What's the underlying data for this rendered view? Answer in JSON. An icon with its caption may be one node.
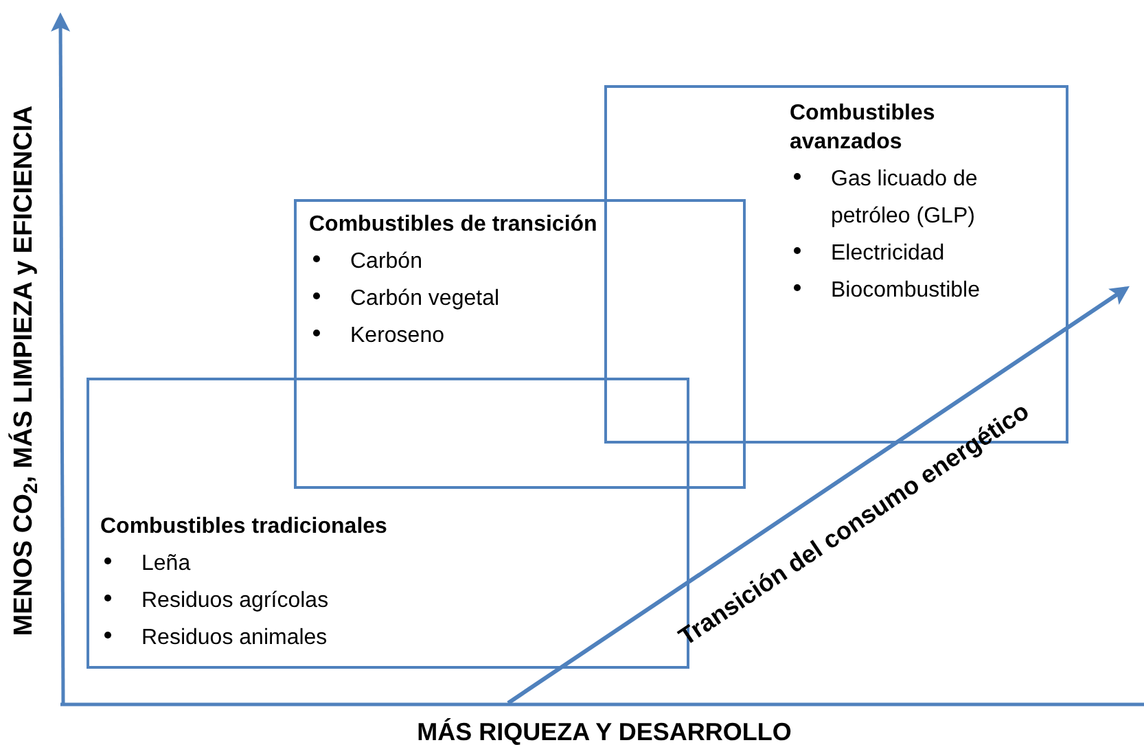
{
  "diagram": {
    "nodes": [
      {
        "text": [
          "Combustibles avanzados",
          "Gas licuado de petróleo (GLP)",
          "Electricidad",
          "Biocombustible"
        ]
      },
      {
        "text": [
          "Combustibles de transición",
          "Carbón",
          "Carbón vegetal",
          "Keroseno"
        ]
      },
      {
        "text": [
          "Combustibles tradicionales",
          "Leña",
          "Residuos agrícolas",
          "Residuos animales"
        ]
      }
    ],
    "labels": [
      "MENOS CO$_{2}$, MÁS LIMPIEZA y EFICIENCIA",
      "Transición del consumo energético",
      "MÁS RIQUEZA Y DESARROLLO"
    ]
  }
}
